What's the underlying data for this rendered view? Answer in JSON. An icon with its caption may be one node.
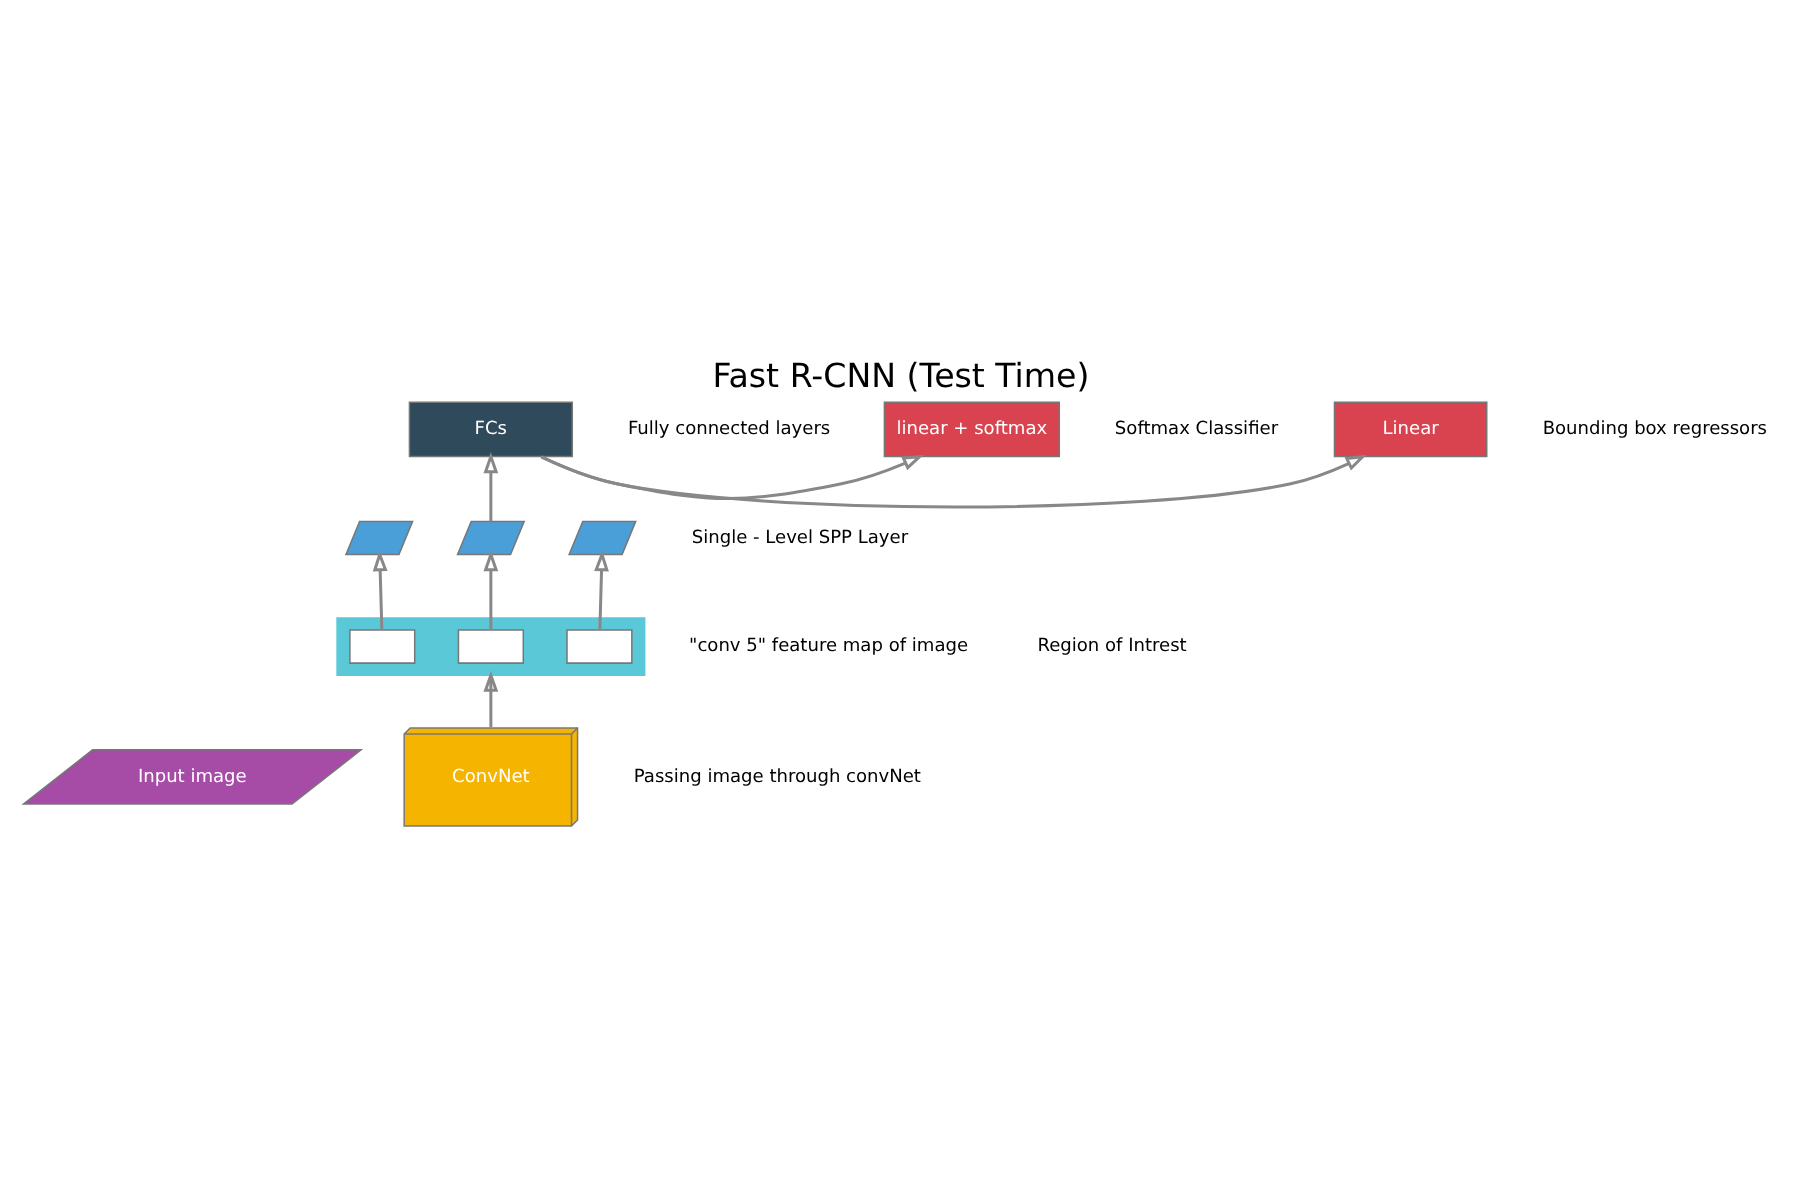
{
  "diagram": {
    "title": "Fast R-CNN (Test Time)",
    "nodes": [
      {
        "text": [
          "Input image"
        ]
      },
      {
        "text": [
          "ConvNet"
        ],
        "beside": [
          "Passing image through convNet"
        ]
      },
      {
        "text": [],
        "shape": "parallelogram",
        "beside": [
          "\"conv 5\" feature map of image"
        ]
      },
      {
        "text": [],
        "shape": "box",
        "in": 2
      },
      {
        "text": [],
        "shape": "box",
        "in": 2
      },
      {
        "text": [],
        "shape": "box",
        "in": 2
      },
      {
        "text": [],
        "shape": "parallelogram"
      },
      {
        "text": [],
        "shape": "parallelogram"
      },
      {
        "text": [],
        "shape": "parallelogram"
      },
      {
        "text": [
          "FCs"
        ],
        "beside": [
          "Fully connected layers"
        ]
      },
      {
        "text": [
          "linear + softmax"
        ],
        "beside": [
          "Softmax Classifier"
        ]
      },
      {
        "text": [
          "Linear"
        ],
        "beside": [
          "Bounding box regressors"
        ]
      }
    ],
    "edges": [
      {
        "from": 1,
        "to": 2,
        "arrow": "to"
      },
      {
        "from": 3,
        "to": 6,
        "arrow": "to"
      },
      {
        "from": 4,
        "to": 7,
        "arrow": "to"
      },
      {
        "from": 5,
        "to": 8,
        "arrow": "to"
      },
      {
        "from": 7,
        "to": 9,
        "arrow": "to"
      },
      {
        "from": 9,
        "to": 10,
        "arrow": "to"
      },
      {
        "from": 9,
        "to": 11,
        "arrow": "to"
      }
    ],
    "labels": [
      "Single - Level SPP Layer",
      "Region of Intrest"
    ]
  }
}
